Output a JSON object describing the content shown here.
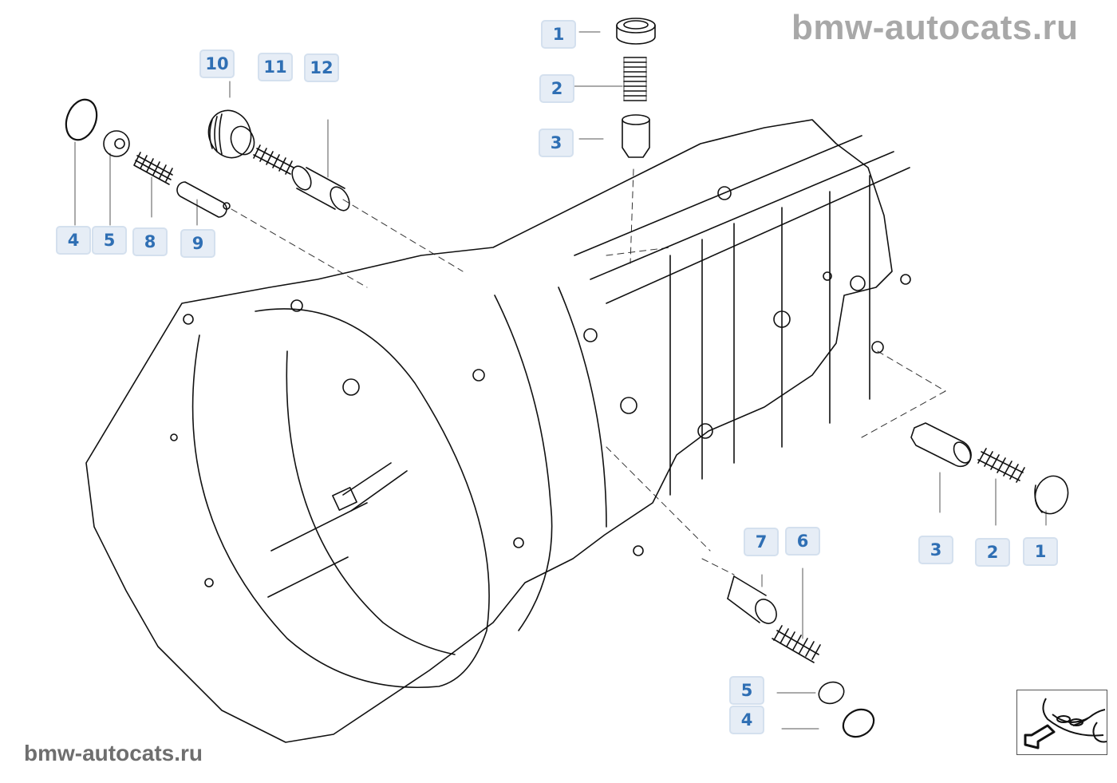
{
  "watermark": {
    "top": "bmw-autocats.ru",
    "bottom": "bmw-autocats.ru"
  },
  "colors": {
    "badge_bg": "#e6edf6",
    "badge_border": "#d4e0ee",
    "badge_text": "#2f6fb4",
    "watermark_top": "#a8a8a8",
    "watermark_bottom": "#6e6e6e",
    "line_art": "#111111"
  },
  "callouts": {
    "top_center": [
      "1",
      "2",
      "3"
    ],
    "top_left_upper": [
      "10",
      "11",
      "12"
    ],
    "top_left_lower": [
      "4",
      "5",
      "8",
      "9"
    ],
    "right": [
      "3",
      "2",
      "1"
    ],
    "bottom_center_upper": [
      "7",
      "6"
    ],
    "bottom_center_lower": [
      "5",
      "4"
    ]
  },
  "nav": {
    "icon": "previous-diagram-arrow-icon"
  }
}
